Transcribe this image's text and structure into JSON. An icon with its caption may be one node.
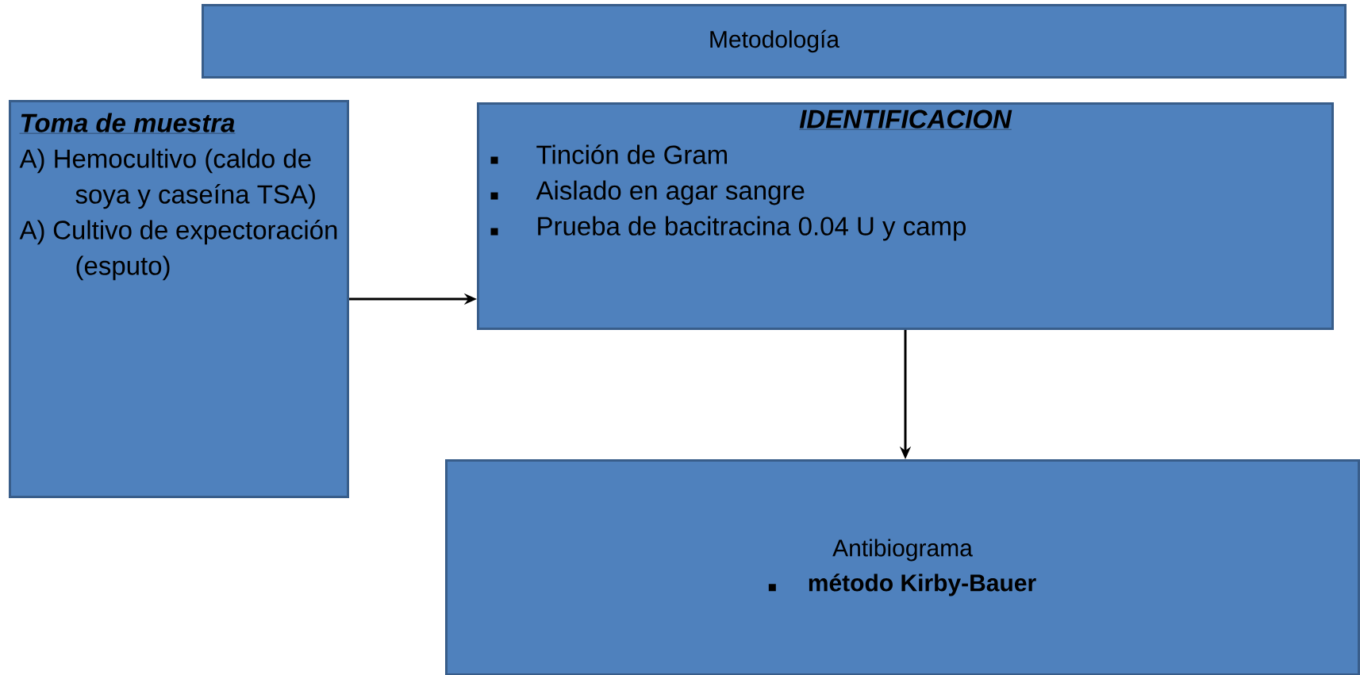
{
  "diagram": {
    "nodes": [
      {
        "text": [
          "Metodología"
        ]
      },
      {
        "text": [
          "Toma de muestra",
          "A) Hemocultivo (caldo de soya y caseína TSA)",
          "A) Cultivo de expectoración (esputo)"
        ]
      },
      {
        "text": [
          "IDENTIFICACION",
          "Tinción de Gram",
          "Aislado en agar sangre",
          "Prueba de bacitracina 0.04 U y camp"
        ]
      },
      {
        "text": [
          "Antibiograma",
          "método Kirby-Bauer"
        ]
      }
    ],
    "edges": [
      {
        "from": 1,
        "to": 2,
        "arrow": "to"
      },
      {
        "from": 2,
        "to": 3,
        "arrow": "to"
      }
    ]
  }
}
